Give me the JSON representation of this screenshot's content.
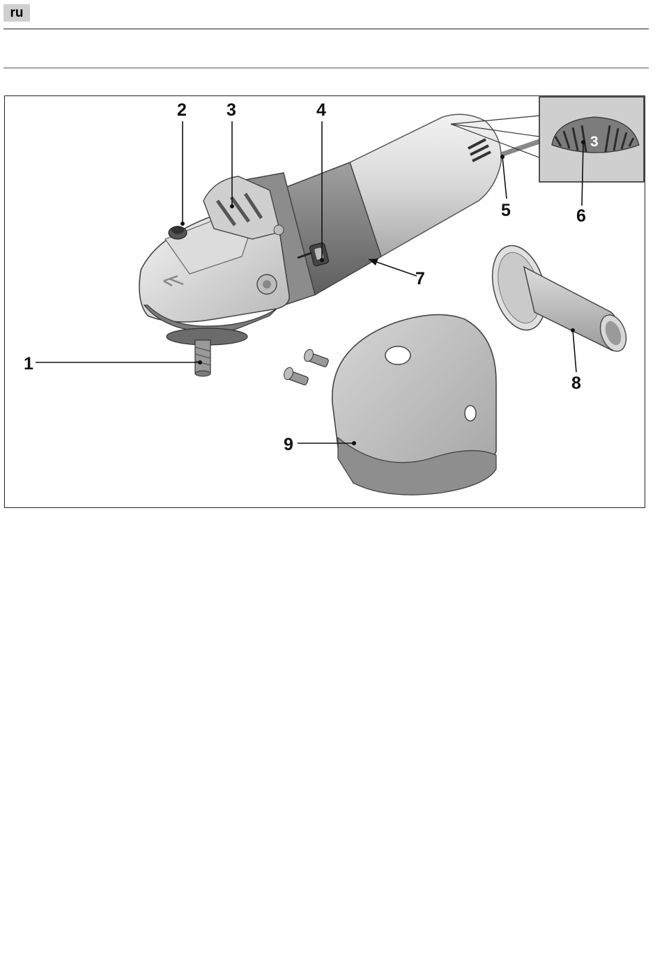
{
  "header": {
    "language_code": "ru"
  },
  "figure": {
    "callouts": {
      "c1": "1",
      "c2": "2",
      "c3": "3",
      "c4": "4",
      "c5": "5",
      "c6": "6",
      "c7": "7",
      "c8": "8",
      "c9": "9"
    },
    "inset": {
      "dial_setting": "3"
    }
  }
}
